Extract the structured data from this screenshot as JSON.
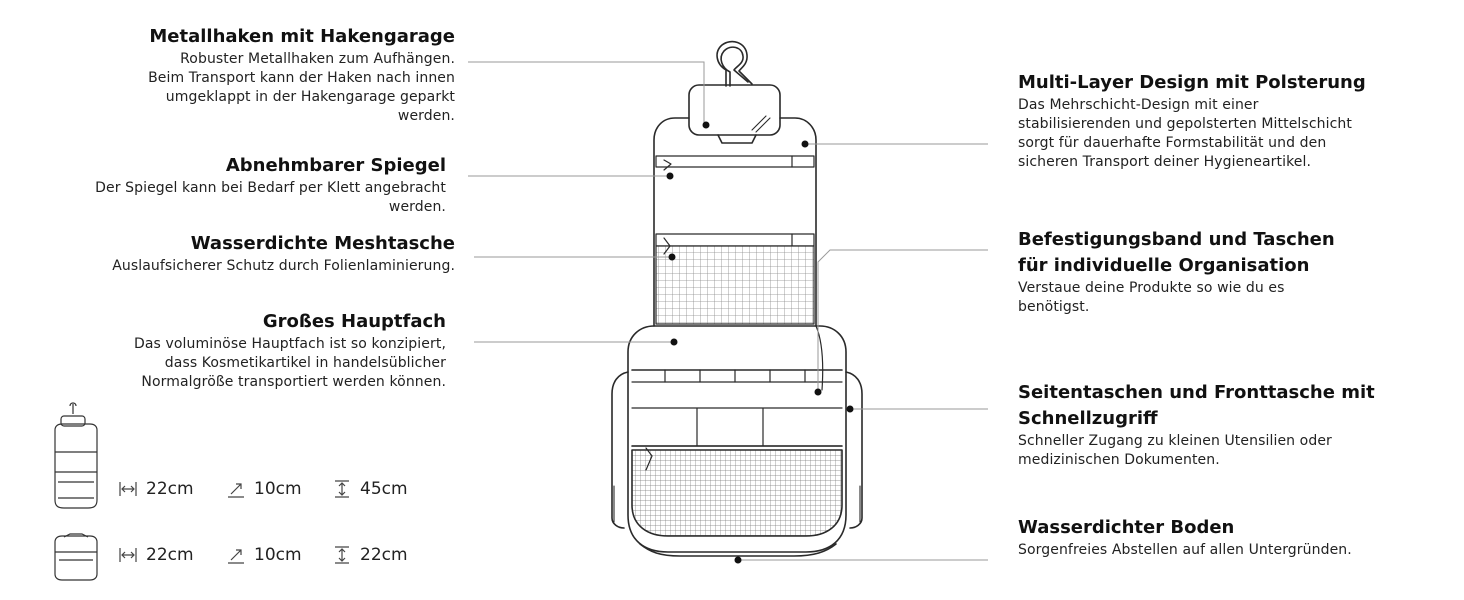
{
  "features": {
    "hook": {
      "title": "Metallhaken mit Hakengarage",
      "desc": [
        "Robuster Metallhaken zum Aufhängen.",
        "Beim Transport kann der Haken nach innen",
        "umgeklappt in der Hakengarage geparkt",
        "werden."
      ]
    },
    "mirror": {
      "title": "Abnehmbarer Spiegel",
      "desc": [
        "Der Spiegel kann bei Bedarf per Klett angebracht",
        "werden."
      ]
    },
    "mesh": {
      "title": "Wasserdichte Meshtasche",
      "desc": [
        "Auslaufsicherer Schutz  durch Folienlaminierung."
      ]
    },
    "main": {
      "title": "Großes Hauptfach",
      "desc": [
        "Das voluminöse Hauptfach ist so konzipiert,",
        "dass Kosmetikartikel in handelsüblicher",
        "Normalgröße transportiert werden können."
      ]
    },
    "layer": {
      "title": "Multi-Layer Design mit Polsterung",
      "desc": [
        "Das Mehrschicht-Design mit einer",
        "stabilisierenden und gepolsterten Mittelschicht",
        "sorgt für dauerhafte Formstabilität und den",
        "sicheren Transport deiner Hygieneartikel."
      ]
    },
    "band": {
      "title": [
        "Befestigungsband und Taschen",
        "für individuelle Organisation"
      ],
      "desc": [
        "Verstaue deine Produkte so wie du es",
        "benötigst."
      ]
    },
    "side": {
      "title": [
        "Seitentaschen und Fronttasche mit",
        "Schnellzugriff"
      ],
      "desc": [
        "Schneller Zugang zu kleinen Utensilien oder",
        "medizinischen Dokumenten."
      ]
    },
    "bottom": {
      "title": "Wasserdichter Boden",
      "desc": [
        "Sorgenfreies Abstellen auf allen Untergründen."
      ]
    }
  },
  "dimensions": {
    "open": {
      "width": "22cm",
      "depth": "10cm",
      "height": "45cm"
    },
    "closed": {
      "width": "22cm",
      "depth": "10cm",
      "height": "22cm"
    }
  },
  "icons": [
    "width-arrow-icon",
    "depth-arrow-icon",
    "height-arrow-icon",
    "bag-open-icon",
    "bag-closed-icon"
  ]
}
